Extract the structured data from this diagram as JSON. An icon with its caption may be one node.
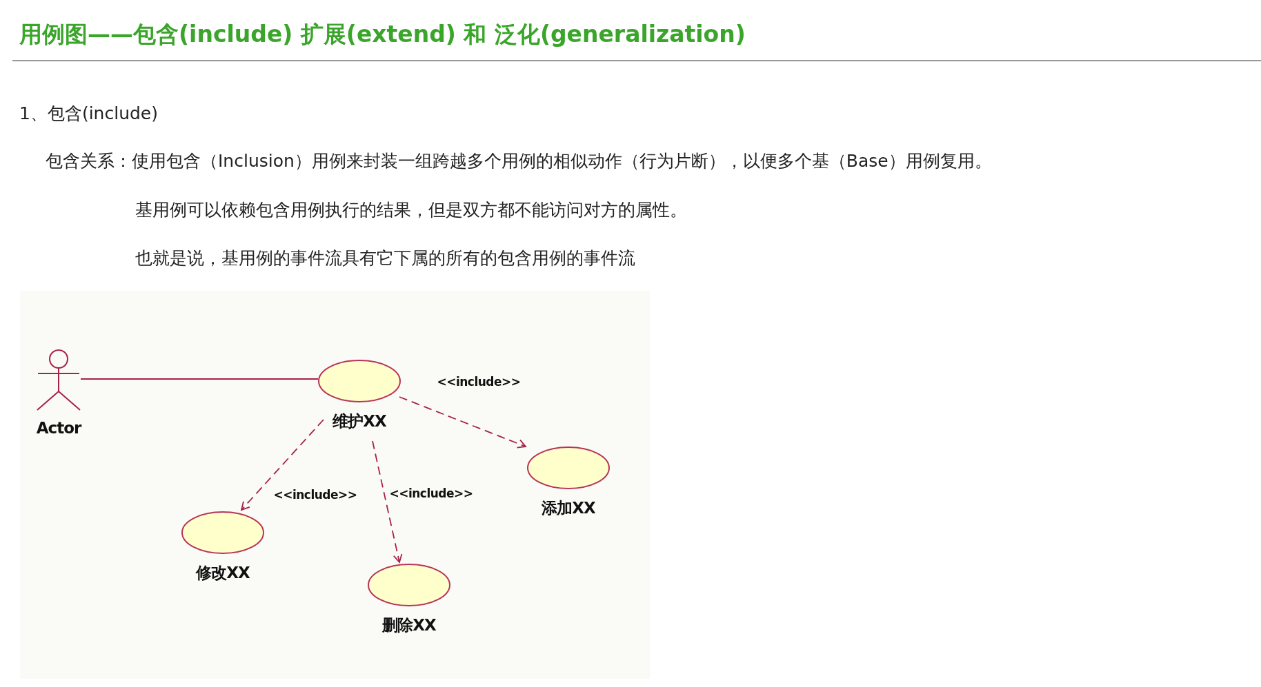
{
  "diagram": {
    "title": "用例图——包含(include) 扩展(extend) 和 泛化(generalization)",
    "nodes": [
      {
        "text": [
          "Actor"
        ]
      },
      {
        "text": [
          "维护XX"
        ]
      },
      {
        "text": [
          "添加XX"
        ]
      },
      {
        "text": [
          "修改XX"
        ]
      },
      {
        "text": [
          "删除XX"
        ]
      }
    ],
    "edges": [
      {
        "from": 0,
        "to": 1,
        "arrow": "none"
      },
      {
        "from": 1,
        "to": 2,
        "arrow": "to",
        "style": "dashed",
        "label": "<<include>>"
      },
      {
        "from": 1,
        "to": 3,
        "arrow": "to",
        "style": "dashed",
        "label": "<<include>>"
      },
      {
        "from": 1,
        "to": 4,
        "arrow": "to",
        "style": "dashed",
        "label": "<<include>>"
      }
    ],
    "labels": [
      "1、包含(include)",
      "包含关系：使用包含（Inclusion）用例来封装一组跨越多个用例的相似动作（行为片断），以便多个基（Base）用例复用。",
      "基用例可以依赖包含用例执行的结果，但是双方都不能访问对方的属性。",
      "也就是说，基用例的事件流具有它下属的所有的包含用例的事件流"
    ]
  }
}
